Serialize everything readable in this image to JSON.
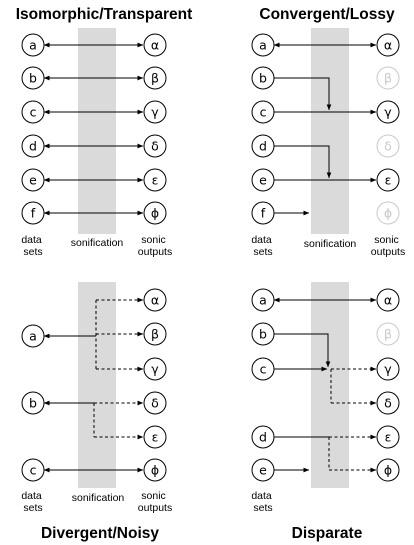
{
  "panels": [
    {
      "id": "isomorphic",
      "title": "Isomorphic/Transparent",
      "inputs": [
        "a",
        "b",
        "c",
        "d",
        "e",
        "f"
      ],
      "outputs": [
        {
          "label": "α",
          "faded": false
        },
        {
          "label": "β",
          "faded": false
        },
        {
          "label": "γ",
          "faded": false
        },
        {
          "label": "δ",
          "faded": false
        },
        {
          "label": "ε",
          "faded": false
        },
        {
          "label": "ϕ",
          "faded": false
        }
      ],
      "captions": {
        "left": [
          "data",
          "sets"
        ],
        "center": "sonification",
        "right": [
          "sonic",
          "outputs"
        ]
      }
    },
    {
      "id": "convergent",
      "title": "Convergent/Lossy",
      "inputs": [
        "a",
        "b",
        "c",
        "d",
        "e",
        "f"
      ],
      "outputs": [
        {
          "label": "α",
          "faded": false
        },
        {
          "label": "β",
          "faded": true
        },
        {
          "label": "γ",
          "faded": false
        },
        {
          "label": "δ",
          "faded": true
        },
        {
          "label": "ε",
          "faded": false
        },
        {
          "label": "ϕ",
          "faded": true
        }
      ],
      "captions": {
        "left": [
          "data",
          "sets"
        ],
        "center": "sonification",
        "right": [
          "sonic",
          "outputs"
        ]
      }
    },
    {
      "id": "divergent",
      "title": "Divergent/Noisy",
      "inputs": [
        "a",
        "b",
        "c"
      ],
      "outputs": [
        {
          "label": "α",
          "faded": false
        },
        {
          "label": "β",
          "faded": false
        },
        {
          "label": "γ",
          "faded": false
        },
        {
          "label": "δ",
          "faded": false
        },
        {
          "label": "ε",
          "faded": false
        },
        {
          "label": "ϕ",
          "faded": false
        }
      ],
      "captions": {
        "left": [
          "data",
          "sets"
        ],
        "center": "sonification",
        "right": [
          "sonic",
          "outputs"
        ]
      }
    },
    {
      "id": "disparate",
      "title": "Disparate",
      "inputs": [
        "a",
        "b",
        "c",
        "d",
        "e"
      ],
      "outputs": [
        {
          "label": "α",
          "faded": false
        },
        {
          "label": "β",
          "faded": true
        },
        {
          "label": "γ",
          "faded": false
        },
        {
          "label": "δ",
          "faded": false
        },
        {
          "label": "ε",
          "faded": false
        },
        {
          "label": "ϕ",
          "faded": false
        }
      ],
      "captions": {
        "left": [
          "data",
          "sets"
        ],
        "center": "",
        "right": []
      }
    }
  ]
}
